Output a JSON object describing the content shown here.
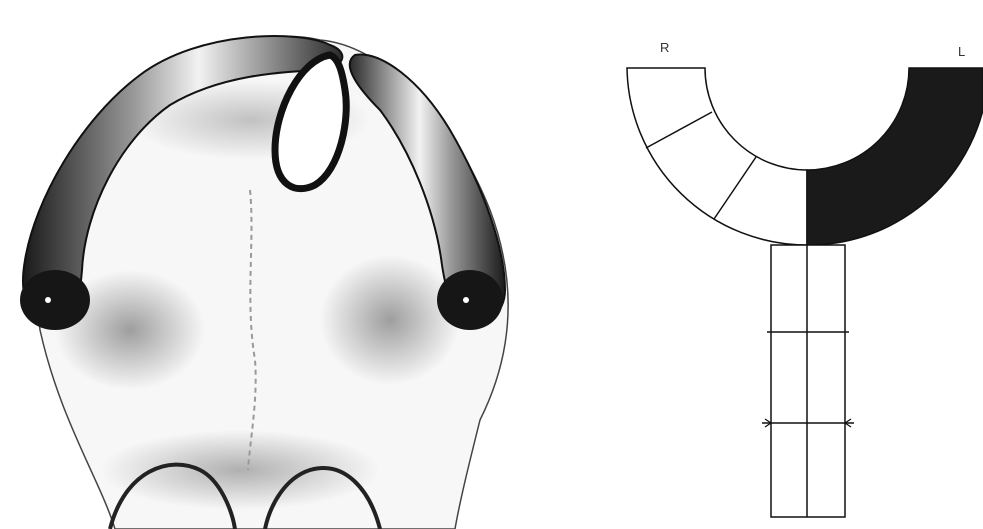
{
  "schematic": {
    "right_label": "R",
    "left_label": "L",
    "colors": {
      "line": "#111111",
      "filled_segment": "#1a1a1a",
      "empty_segment": "#ffffff"
    }
  },
  "illustration": {
    "icon": "nasal-vault-anatomy-illustration"
  }
}
